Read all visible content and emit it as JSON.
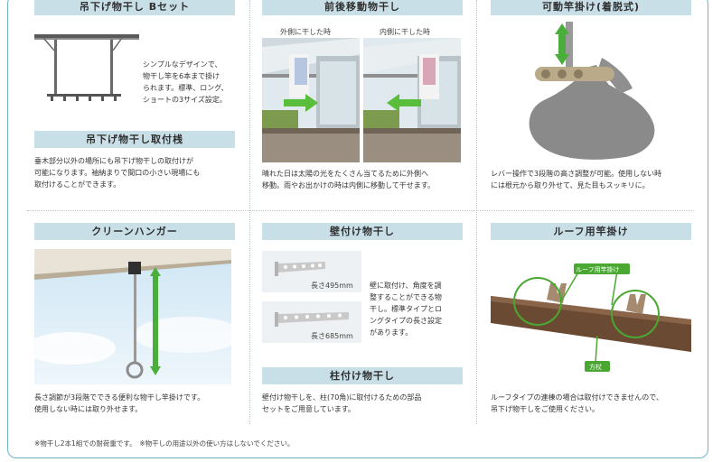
{
  "sections": {
    "hanging_b_set": {
      "title": "吊下げ物干し Bセット",
      "description_lines": [
        "シンプルなデザインで、",
        "物干し竿を6本まで掛け",
        "られます。標準、ロング、",
        "ショートの3サイズ設定。"
      ]
    },
    "hanging_mount": {
      "title": "吊下げ物干し取付桟",
      "description_lines": [
        "垂木部分以外の場所にも吊下げ物干しの取付けが",
        "可能になります。袖納まりで間口の小さい現場にも",
        "取付けることができます。"
      ]
    },
    "front_back": {
      "title": "前後移動物干し",
      "label_outside": "外側に干した時",
      "label_inside": "内側に干した時",
      "description_lines": [
        "晴れた日は太陽の光をたくさん当てるために外側へ",
        "移動。雨やお出かけの時は内側に移動して干せます。"
      ]
    },
    "movable_pole": {
      "title": "可動竿掛け(着脱式)",
      "description_lines": [
        "レバー操作で3段階の高さ調整が可能。使用しない時",
        "には根元から取り外せて、見た目もスッキリに。"
      ]
    },
    "clean_hanger": {
      "title": "クリーンハンガー",
      "description_lines": [
        "長さ調節が3段階でできる便利な物干し竿掛けです。",
        "使用しない時には取り外せます。"
      ]
    },
    "wall_dryer": {
      "title": "壁付け物干し",
      "length_short": "長さ495mm",
      "length_long": "長さ685mm",
      "description_lines": [
        "壁に取付け、角度を調",
        "整することができる物",
        "干し。標準タイプとロ",
        "ングタイプの長さ設定",
        "があります。"
      ]
    },
    "pillar_dryer": {
      "title": "柱付け物干し",
      "description_lines": [
        "壁付け物干しを、柱(70角)に取付けるための部品",
        "セットをご用意しています。"
      ]
    },
    "roof_pole": {
      "title": "ルーフ用竿掛け",
      "callout_top": "ルーフ用竿掛け",
      "callout_bottom": "方杖",
      "description_lines": [
        "ルーフタイプの連棟の場合は取付けできませんので、",
        "吊下げ物干しをご使用ください。"
      ]
    }
  },
  "footnote": "※物干し2本1組での耐荷重です。　※物干しの用途以外の使い方はしないでください。",
  "colors": {
    "header_bg": "#c9dfe8",
    "frame": "#6fb2c6",
    "arrow_green": "#5bbd3c",
    "callout_green": "#4aa832"
  }
}
